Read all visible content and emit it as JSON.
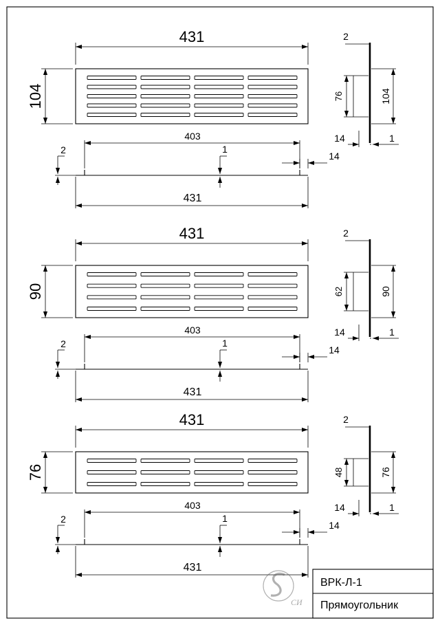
{
  "variants": [
    {
      "height_label": "104",
      "overall_length_label": "431",
      "inner_length_label": "403",
      "bottom_length_label": "431",
      "flange_thickness_label": "2",
      "center_label": "1",
      "edge_label": "14",
      "profile": {
        "top_label": "2",
        "inner_height_label": "76",
        "outer_height_label": "104",
        "depth_label": "14",
        "step_label": "1"
      },
      "slot_rows": 5
    },
    {
      "height_label": "90",
      "overall_length_label": "431",
      "inner_length_label": "403",
      "bottom_length_label": "431",
      "flange_thickness_label": "2",
      "center_label": "1",
      "edge_label": "14",
      "profile": {
        "top_label": "2",
        "inner_height_label": "62",
        "outer_height_label": "90",
        "depth_label": "14",
        "step_label": "1"
      },
      "slot_rows": 4
    },
    {
      "height_label": "76",
      "overall_length_label": "431",
      "inner_length_label": "403",
      "bottom_length_label": "431",
      "flange_thickness_label": "2",
      "center_label": "1",
      "edge_label": "14",
      "profile": {
        "top_label": "2",
        "inner_height_label": "48",
        "outer_height_label": "76",
        "depth_label": "14",
        "step_label": "1"
      },
      "slot_rows": 3
    }
  ],
  "title_block": {
    "code": "ВРК-Л-1",
    "name": "Прямоугольник",
    "logo_text": "СИ"
  }
}
